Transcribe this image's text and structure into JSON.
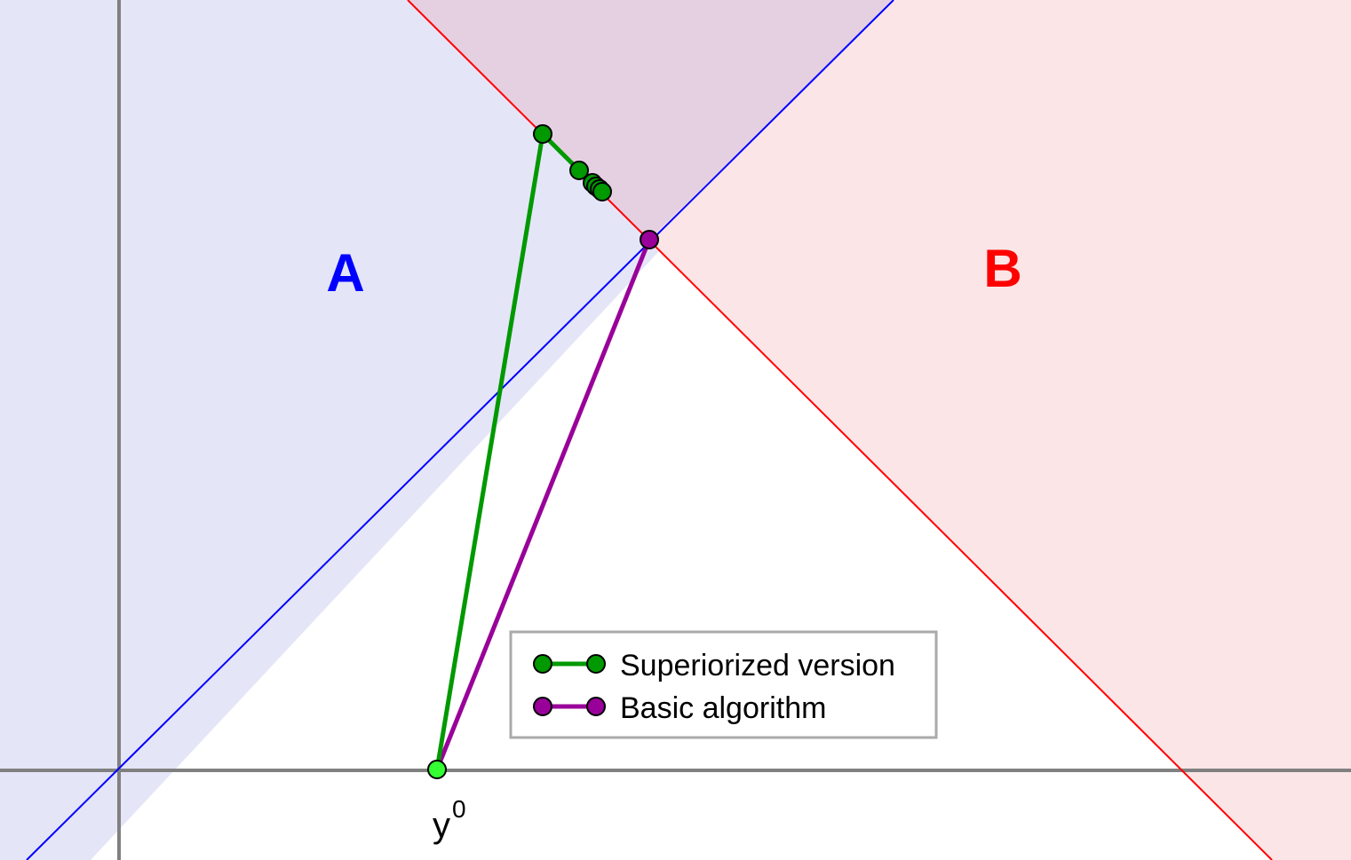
{
  "diagram": {
    "set_a": {
      "label": "A",
      "color": "#0000ff",
      "fill": "#e5e5f8"
    },
    "set_b": {
      "label": "B",
      "color": "#ff0000",
      "fill": "#fbe5e6"
    },
    "overlap_fill": "#e5d0e2",
    "axis_color": "#808080",
    "start_point": {
      "label": "y",
      "superscript": "0",
      "color": "#33ff33"
    },
    "superiorized": {
      "name": "Superiorized version",
      "color": "#009900"
    },
    "basic": {
      "name": "Basic algorithm",
      "color": "#990099"
    },
    "legend": {
      "items": [
        {
          "name": "Superiorized version",
          "color": "#009900"
        },
        {
          "name": "Basic algorithm",
          "color": "#990099"
        }
      ]
    }
  }
}
